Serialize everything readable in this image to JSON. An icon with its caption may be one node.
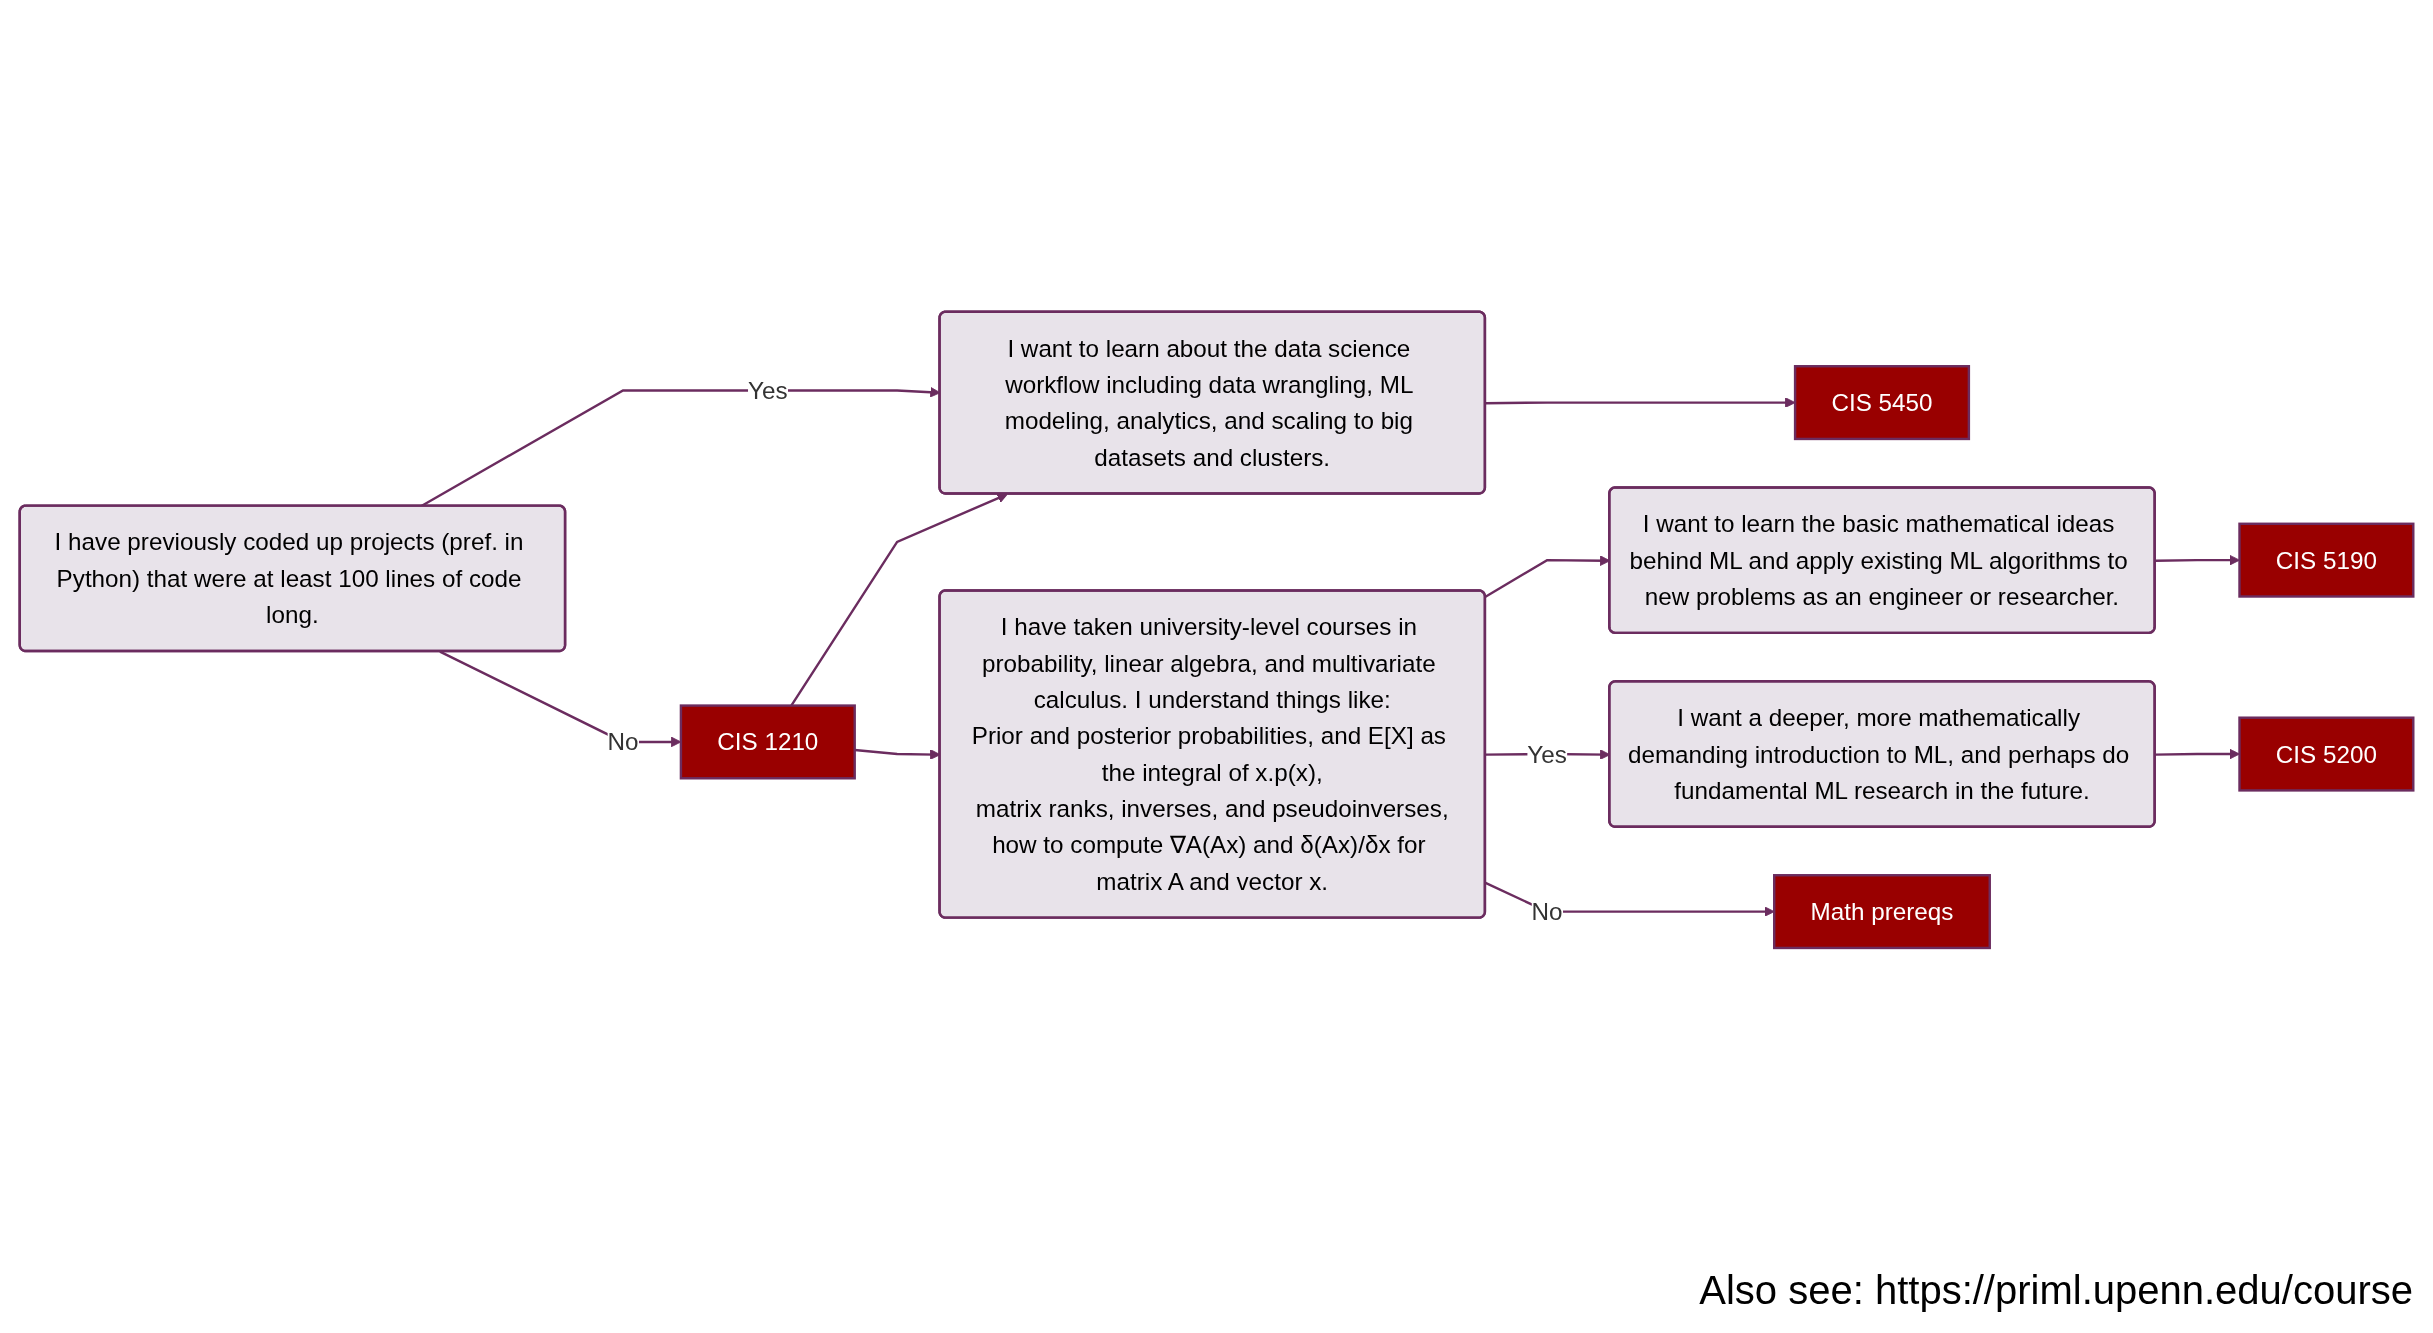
{
  "diagram": {
    "nodes": [
      {
        "text": [
          "I have previously coded up projects (pref. in Python) that were at least 100 lines of code long."
        ]
      },
      {
        "text": [
          "I want to learn about the data science workflow including data wrangling, ML modeling, analytics, and scaling to big datasets and clusters."
        ]
      },
      {
        "text": [
          "CIS 5450"
        ]
      },
      {
        "text": [
          "CIS 1210"
        ]
      },
      {
        "text": [
          "I have taken university-level courses in probability, linear algebra, and multivariate calculus. I understand things like:",
          "Prior and posterior probabilities, and E[X] as the integral of x.p(x),",
          "matrix ranks, inverses, and pseudoinverses,",
          "how to compute ∇A(Ax) and δ(Ax)/δx for matrix A and vector x."
        ]
      },
      {
        "text": [
          "I want to learn the basic mathematical ideas behind ML and apply existing ML algorithms to new problems as an engineer or researcher."
        ]
      },
      {
        "text": [
          "CIS 5190"
        ]
      },
      {
        "text": [
          "I want a deeper, more mathematically demanding introduction to ML, and perhaps do fundamental ML research in the future."
        ]
      },
      {
        "text": [
          "CIS 5200"
        ]
      },
      {
        "text": [
          "Math prereqs"
        ]
      }
    ],
    "edges": [
      {
        "from": 0,
        "to": 1,
        "arrow": "to",
        "label": "Yes"
      },
      {
        "from": 1,
        "to": 2,
        "arrow": "to"
      },
      {
        "from": 0,
        "to": 3,
        "arrow": "to",
        "label": "No"
      },
      {
        "from": 3,
        "to": 1,
        "arrow": "to"
      },
      {
        "from": 3,
        "to": 4,
        "arrow": "to"
      },
      {
        "from": 4,
        "to": 5,
        "arrow": "to"
      },
      {
        "from": 4,
        "to": 7,
        "arrow": "to",
        "label": "Yes"
      },
      {
        "from": 5,
        "to": 6,
        "arrow": "to"
      },
      {
        "from": 7,
        "to": 8,
        "arrow": "to"
      },
      {
        "from": 4,
        "to": 9,
        "arrow": "to",
        "label": "No"
      }
    ],
    "labels": [
      "Also see: https://priml.upenn.edu/course"
    ]
  }
}
